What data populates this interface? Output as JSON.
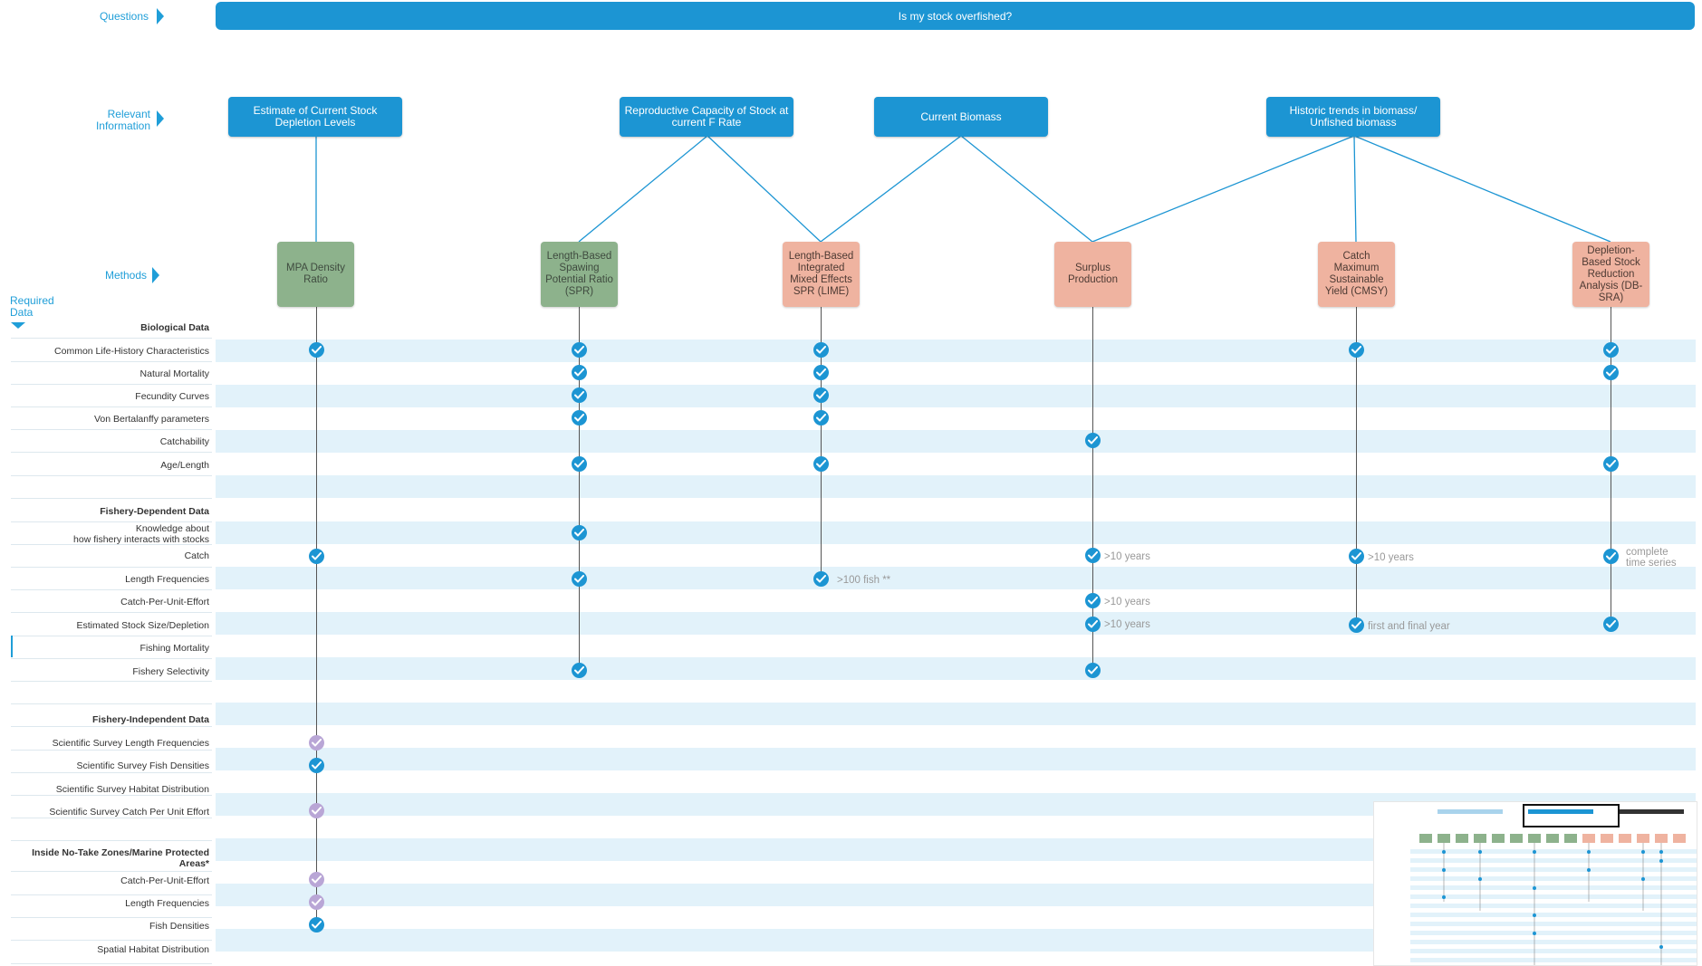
{
  "labels": {
    "questions": "Questions",
    "relevant_info": [
      "Relevant",
      "Information"
    ],
    "methods": "Methods",
    "required_data": [
      "Required",
      "Data"
    ]
  },
  "question": "Is my stock overfished?",
  "relevant_information": [
    {
      "id": "depletion",
      "text": [
        "Estimate of Current Stock",
        "Depletion Levels"
      ]
    },
    {
      "id": "repro",
      "text": [
        "Reproductive Capacity of Stock at",
        "current F Rate"
      ]
    },
    {
      "id": "biomass",
      "text": [
        "Current Biomass"
      ]
    },
    {
      "id": "historic",
      "text": [
        "Historic trends in biomass/",
        "Unfished biomass"
      ]
    }
  ],
  "methods": [
    {
      "id": "mpa",
      "text": [
        "MPA Density",
        "Ratio"
      ],
      "color": "#8db28c"
    },
    {
      "id": "lbspr",
      "text": [
        "Length-Based",
        "Spawing",
        "Potential Ratio",
        "(SPR)"
      ],
      "color": "#8db28c"
    },
    {
      "id": "lime",
      "text": [
        "Length-Based",
        "Integrated",
        "Mixed Effects",
        "SPR (LIME)"
      ],
      "color": "#efb3a0"
    },
    {
      "id": "surplus",
      "text": [
        "Surplus",
        "Production"
      ],
      "color": "#efb3a0"
    },
    {
      "id": "cmsy",
      "text": [
        "Catch",
        "Maximum",
        "Sustainable",
        "Yield (CMSY)"
      ],
      "color": "#efb3a0"
    },
    {
      "id": "dbsra",
      "text": [
        "Depletion-",
        "Based Stock",
        "Reduction",
        "Analysis (DB-",
        "SRA)"
      ],
      "color": "#efb3a0"
    }
  ],
  "headers": {
    "biological": "Biological Data",
    "fishery_dependent": "Fishery-Dependent Data",
    "fishery_independent": "Fishery-Independent Data",
    "no_take": [
      "Inside No-Take Zones/Marine Protected",
      "Areas*"
    ]
  },
  "rows": {
    "biological": [
      "Common Life-History Characteristics",
      "Natural Mortality",
      "Fecundity Curves",
      "Von Bertalanffy parameters",
      "Catchability",
      "Age/Length"
    ],
    "fishery_dependent": [
      [
        "Knowledge about",
        "how fishery interacts with stocks"
      ],
      [
        "Catch"
      ],
      [
        "Length Frequencies"
      ],
      [
        "Catch-Per-Unit-Effort"
      ],
      [
        "Estimated Stock Size/Depletion"
      ],
      [
        "Fishing Mortality"
      ],
      [
        "Fishery Selectivity"
      ]
    ],
    "fishery_independent": [
      "Scientific Survey Length Frequencies",
      "Scientific Survey Fish Densities",
      "Scientific Survey Habitat Distribution",
      "Scientific Survey Catch Per Unit Effort"
    ],
    "no_take": [
      "Catch-Per-Unit-Effort",
      "Length Frequencies",
      "Fish Densities",
      "Spatial Habitat Distribution"
    ]
  },
  "notes": {
    "ten_years": ">10 years",
    "hundred_fish": ">100 fish **",
    "first_final": "first and final year",
    "complete_series": [
      "complete",
      "time series"
    ]
  },
  "colors": {
    "accent": "#1c95d3",
    "stripe": "#e2f2fa",
    "green_method": "#8db28c",
    "salmon_method": "#efb3a0",
    "purple_check": "#b9a6d6"
  }
}
